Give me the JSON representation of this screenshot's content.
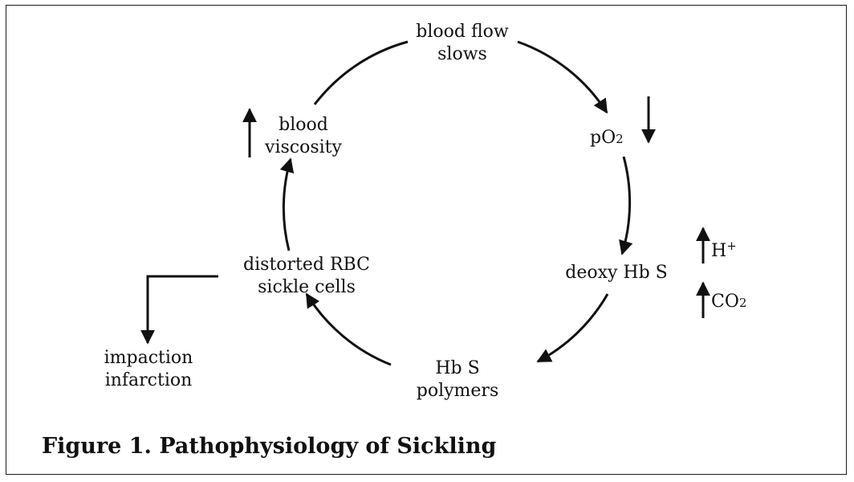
{
  "diagram": {
    "nodes": {
      "blood_flow": [
        "blood flow",
        "slows"
      ],
      "po2": {
        "prefix": "pO",
        "subscript": "2"
      },
      "deoxy": "deoxy Hb S",
      "polymers": [
        "Hb S",
        "polymers"
      ],
      "distorted": [
        "distorted RBC",
        "sickle cells"
      ],
      "viscosity": [
        "blood",
        "viscosity"
      ],
      "impaction": [
        "impaction",
        "infarction"
      ]
    },
    "modifiers": {
      "po2_change": "decrease",
      "viscosity_change": "increase",
      "h_plus": {
        "base": "H",
        "superscript": "+",
        "change": "increase"
      },
      "co2": {
        "prefix": "CO",
        "subscript": "2",
        "change": "increase"
      }
    },
    "cycle_order": [
      "blood_flow",
      "po2",
      "deoxy",
      "polymers",
      "distorted",
      "viscosity"
    ],
    "branch": {
      "from": "distorted",
      "to": "impaction"
    }
  },
  "caption": "Figure 1. Pathophysiology of Sickling",
  "colors": {
    "line": "#111111",
    "background": "#ffffff"
  }
}
